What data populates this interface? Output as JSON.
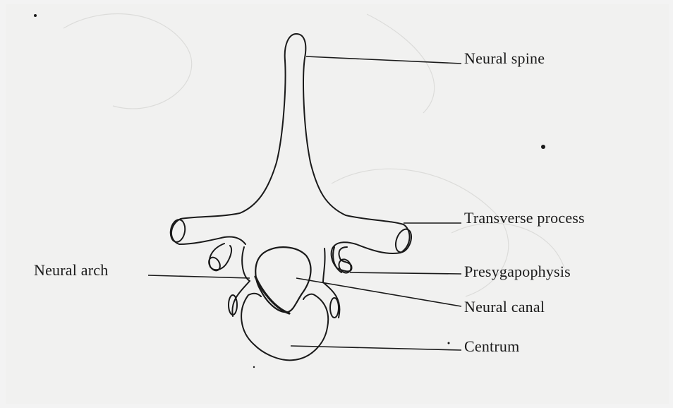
{
  "labels": {
    "neural_spine": "Neural spine",
    "transverse_process": "Transverse  process",
    "neural_arch": "Neural  arch",
    "presygapophysis": "Presygapophysis",
    "neural_canal": "Neural  canal",
    "centrum": "Centrum"
  },
  "colors": {
    "ink": "#1a1a1a",
    "paper": "#f1f1f0",
    "show_through": "#d8d8d6"
  }
}
